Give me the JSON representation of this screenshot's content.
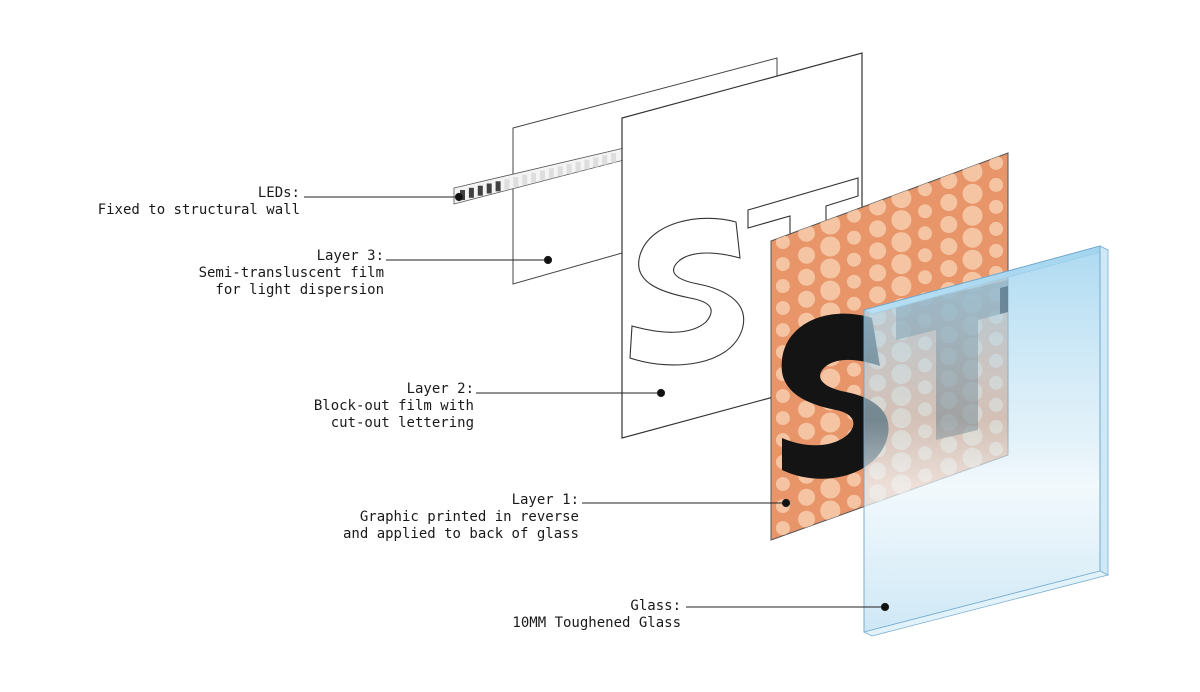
{
  "diagram": {
    "labels": {
      "leds": {
        "title": "LEDs:",
        "lines": [
          "Fixed to structural wall"
        ]
      },
      "layer3": {
        "title": "Layer 3:",
        "lines": [
          "Semi-transluscent film",
          "for light dispersion"
        ]
      },
      "layer2": {
        "title": "Layer 2:",
        "lines": [
          "Block-out film with",
          "cut-out lettering"
        ]
      },
      "layer1": {
        "title": "Layer 1:",
        "lines": [
          "Graphic printed in reverse",
          "and applied to back of glass"
        ]
      },
      "glass": {
        "title": "Glass:",
        "lines": [
          "10MM Toughened Glass"
        ]
      }
    },
    "lettering": "ST",
    "colors": {
      "graphic_orange": "#e8956a",
      "dot_color": "#f6c9a8",
      "glass_blue": "#a9d8ef",
      "line": "#333333",
      "letter_fill": "#141414"
    }
  }
}
